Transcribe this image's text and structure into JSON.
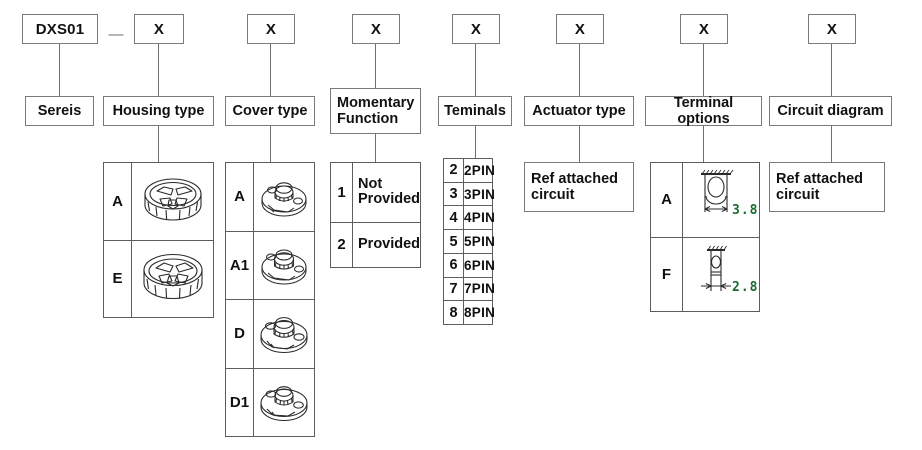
{
  "diagram": {
    "title": "DXS01 part number ordering code chart",
    "colors": {
      "line": "#6f6f6f",
      "box_border": "#7a7a7a",
      "table_border": "#5d5d5d",
      "text": "#111111",
      "dimension_green": "#1a6b33",
      "background": "#ffffff"
    }
  },
  "code_row": {
    "series_code": "DXS01",
    "separator": "—",
    "placeholders": [
      "X",
      "X",
      "X",
      "X",
      "X",
      "X",
      "X"
    ]
  },
  "columns": [
    {
      "key": "series",
      "label": "Sereis",
      "code": "DXS01",
      "options": []
    },
    {
      "key": "housing_type",
      "label": "Housing type",
      "code": "X",
      "options": [
        {
          "key": "A",
          "value": "",
          "icon": "housing-render-a"
        },
        {
          "key": "E",
          "value": "",
          "icon": "housing-render-e"
        }
      ]
    },
    {
      "key": "cover_type",
      "label": "Cover type",
      "code": "X",
      "options": [
        {
          "key": "A",
          "value": "",
          "icon": "cover-render-a"
        },
        {
          "key": "A1",
          "value": "",
          "icon": "cover-render-a1"
        },
        {
          "key": "D",
          "value": "",
          "icon": "cover-render-d"
        },
        {
          "key": "D1",
          "value": "",
          "icon": "cover-render-d1"
        }
      ]
    },
    {
      "key": "momentary_function",
      "label": "Momentary Function",
      "label_line1": "Momentary",
      "label_line2": "Function",
      "code": "X",
      "options": [
        {
          "key": "1",
          "value": "Not Provided",
          "value_line1": "Not",
          "value_line2": "Provided"
        },
        {
          "key": "2",
          "value": "Provided",
          "value_line1": "Provided",
          "value_line2": ""
        }
      ]
    },
    {
      "key": "terminals",
      "label": "Teminals",
      "code": "X",
      "options": [
        {
          "key": "2",
          "value": "2PIN"
        },
        {
          "key": "3",
          "value": "3PIN"
        },
        {
          "key": "4",
          "value": "4PIN"
        },
        {
          "key": "5",
          "value": "5PIN"
        },
        {
          "key": "6",
          "value": "6PIN"
        },
        {
          "key": "7",
          "value": "7PIN"
        },
        {
          "key": "8",
          "value": "8PIN"
        }
      ]
    },
    {
      "key": "actuator_type",
      "label": "Actuator type",
      "code": "X",
      "note_line1": "Ref attached",
      "note_line2": "circuit"
    },
    {
      "key": "terminal_options",
      "label": "Terminal options",
      "code": "X",
      "options": [
        {
          "key": "A",
          "value": "",
          "dimension": "3.8",
          "icon": "terminal-blade-wide"
        },
        {
          "key": "F",
          "value": "",
          "dimension": "2.8",
          "icon": "terminal-blade-narrow"
        }
      ]
    },
    {
      "key": "circuit_diagram",
      "label": "Circuit diagram",
      "code": "X",
      "note_line1": "Ref attached",
      "note_line2": "circuit"
    }
  ]
}
